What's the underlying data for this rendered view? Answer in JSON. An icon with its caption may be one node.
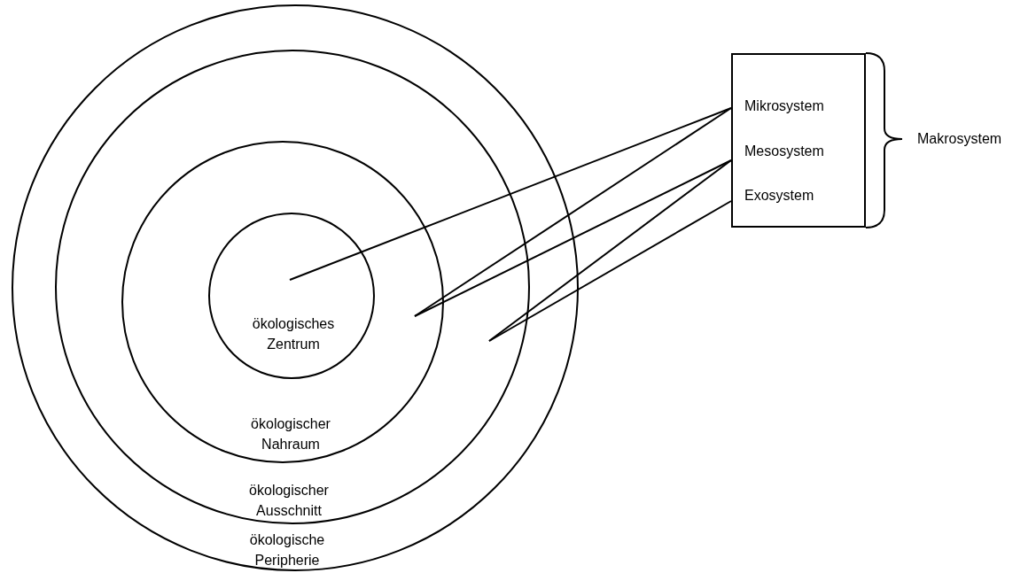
{
  "diagram": {
    "nodes": [
      {
        "text": [
          "ökologische Peripherie"
        ]
      },
      {
        "text": [
          "ökologischer Ausschnitt"
        ],
        "in": 0
      },
      {
        "text": [
          "ökologischer Nahraum"
        ],
        "in": 1
      },
      {
        "text": [
          "ökologisches Zentrum"
        ],
        "in": 2
      },
      {
        "text": [],
        "shape": "box"
      },
      {
        "text": [
          "Mikrosystem"
        ],
        "in": 4
      },
      {
        "text": [
          "Mesosystem"
        ],
        "in": 4
      },
      {
        "text": [
          "Exosystem"
        ],
        "in": 4
      }
    ],
    "edges": [
      {
        "from": 5,
        "to": 3,
        "arrow": "none"
      },
      {
        "from": 5,
        "to": 2,
        "arrow": "none"
      },
      {
        "from": 6,
        "to": 2,
        "arrow": "none"
      },
      {
        "from": 6,
        "to": 1,
        "arrow": "none"
      },
      {
        "from": 7,
        "to": 1,
        "arrow": "none"
      }
    ],
    "labels": [
      "Makrosystem"
    ]
  }
}
